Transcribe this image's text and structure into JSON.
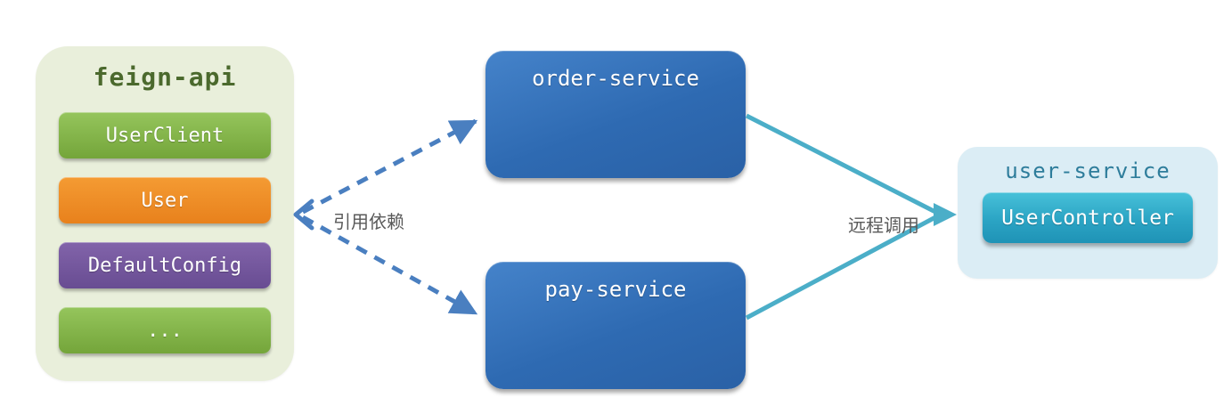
{
  "feign": {
    "title": "feign-api",
    "items": [
      {
        "label": "UserClient",
        "color": "#7fb246"
      },
      {
        "label": "User",
        "color": "#ee8d26"
      },
      {
        "label": "DefaultConfig",
        "color": "#75589f"
      },
      {
        "label": "...",
        "color": "#7fb246"
      }
    ]
  },
  "services": [
    {
      "label": "order-service"
    },
    {
      "label": "pay-service"
    }
  ],
  "user_service": {
    "title": "user-service",
    "item_label": "UserController"
  },
  "edges": {
    "dependency_label": "引用依赖",
    "remote_call_label": "远程调用"
  },
  "colors": {
    "feign_container_bg": "#e9efdb",
    "feign_title": "#4b692d",
    "service_box": "#316eb5",
    "user_container_bg": "#dbedf5",
    "user_title": "#2e7d9b",
    "controller_box": "#2ba4c4",
    "dashed_arrow": "#4a7fc0",
    "solid_arrow": "#4baec8",
    "edge_label_text": "#595959"
  }
}
